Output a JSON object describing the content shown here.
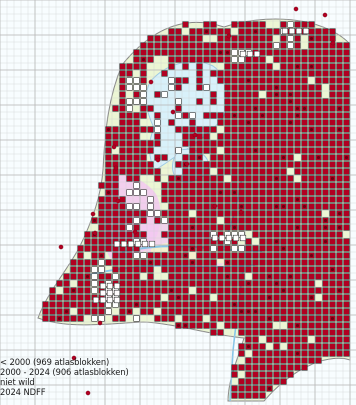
{
  "map": {
    "type": "distribution-map",
    "colors": {
      "water": "#d8f1fa",
      "land": "#ecf6d4",
      "urban": "#f3c7f1",
      "sand": "#f6f3c5",
      "river": "#86c6e8",
      "grid": "#cfcfcf",
      "border": "#888888",
      "recent_marker": "#b10021",
      "old_marker": "#ffffff"
    },
    "marker_kinds": [
      "recent-square",
      "old-square",
      "ring-dot"
    ]
  },
  "legend": {
    "line1": "< 2000   (969 atlasblokken)",
    "line2": "2000 - 2024 (906 atlasblokken)",
    "line3": "niet wild",
    "line4": "2024 NDFF"
  }
}
